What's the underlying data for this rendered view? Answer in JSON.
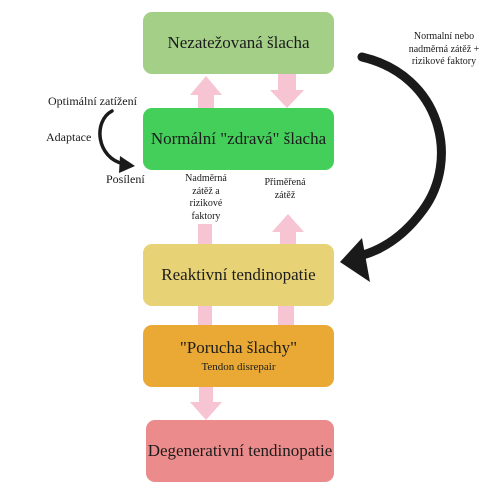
{
  "colors": {
    "unloaded": "#a3cf87",
    "healthy": "#43cf5a",
    "reactive": "#e8d276",
    "disrepair": "#e9a934",
    "degenerative": "#ec8b8b",
    "pink_arrow": "#f6c4d3",
    "black_arrow": "#1a1a1a"
  },
  "boxes": {
    "unloaded": {
      "title": "Nezatežovaná šlacha"
    },
    "healthy": {
      "title": "Normální \"zdravá\" šlacha"
    },
    "reactive": {
      "title": "Reaktivní tendinopatie"
    },
    "disrepair": {
      "title": "\"Porucha šlachy\"",
      "subtitle": "Tendon disrepair"
    },
    "degenerative": {
      "title": "Degenerativní tendinopatie"
    }
  },
  "labels": {
    "optimal_load": "Optimální zatížení",
    "adaptation": "Adaptace",
    "strengthening": "Posílení",
    "excessive_load": [
      "Nadměrná",
      "zátěž a",
      "rizikové",
      "faktory"
    ],
    "adequate_load": [
      "Přiměřená",
      "zátěž"
    ],
    "normal_or_excessive": [
      "Normalní nebo",
      "nadměrná zátěž +",
      "rizikové faktory"
    ]
  },
  "icons": {
    "pink_arrows": "thick-pink-arrow-icon",
    "curved_black_arrow": "curved-black-arrow-icon",
    "adaptation_loop": "curved-black-arrow-icon"
  }
}
